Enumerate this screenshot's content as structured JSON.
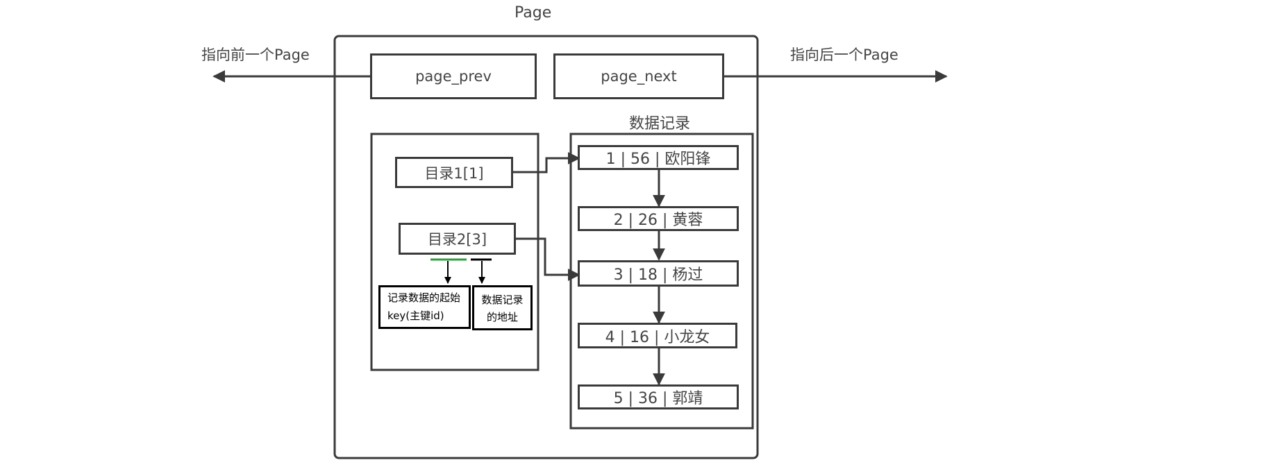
{
  "page_title": "Page",
  "left_arrow_label": "指向前一个Page",
  "right_arrow_label": "指向后一个Page",
  "page_prev_label": "page_prev",
  "page_next_label": "page_next",
  "records_title": "数据记录",
  "directory": [
    {
      "label": "目录1[1]"
    },
    {
      "label": "目录2[3]"
    }
  ],
  "records": [
    {
      "label": "1 | 56 | 欧阳锋"
    },
    {
      "label": "2 | 26 | 黄蓉"
    },
    {
      "label": "3 | 18 | 杨过"
    },
    {
      "label": "4 | 16 | 小龙女"
    },
    {
      "label": "5 | 36 | 郭靖"
    }
  ],
  "notes": {
    "start_key": {
      "line1": "记录数据的起始",
      "line2": "key(主键id)"
    },
    "address": {
      "line1": "数据记录",
      "line2": "的地址"
    }
  },
  "colors": {
    "stroke": "#3a3a3a",
    "start_key_underline": "#2e9e3e",
    "address_underline": "#000000"
  }
}
